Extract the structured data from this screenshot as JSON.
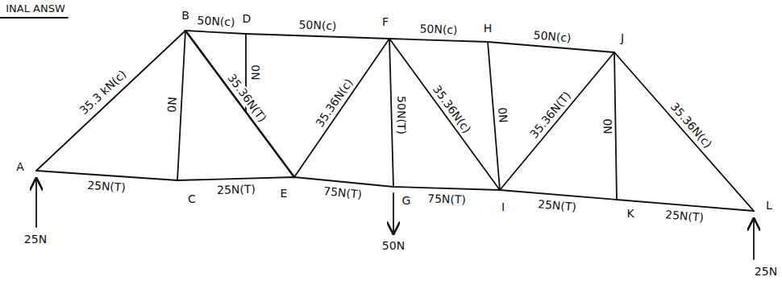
{
  "diagram": {
    "labels": [
      "INAL ANSW",
      "A",
      "B",
      "C",
      "D",
      "E",
      "F",
      "G",
      "H",
      "I",
      "J",
      "K",
      "L",
      "35.3 kN(c)",
      "50N(c)",
      "50N(c)",
      "50N(c)",
      "50N(c)",
      "0N",
      "35.36N(T)",
      "0N",
      "35.36N(c)",
      "50N(T)",
      "35.36N(c)",
      "0N",
      "35.36N(T)",
      "0N",
      "35.36N(c)",
      "25N(T)",
      "25N(T)",
      "75N(T)",
      "75N(T)",
      "25N(T)",
      "25N(T)",
      "25N",
      "50N",
      "25N"
    ]
  }
}
